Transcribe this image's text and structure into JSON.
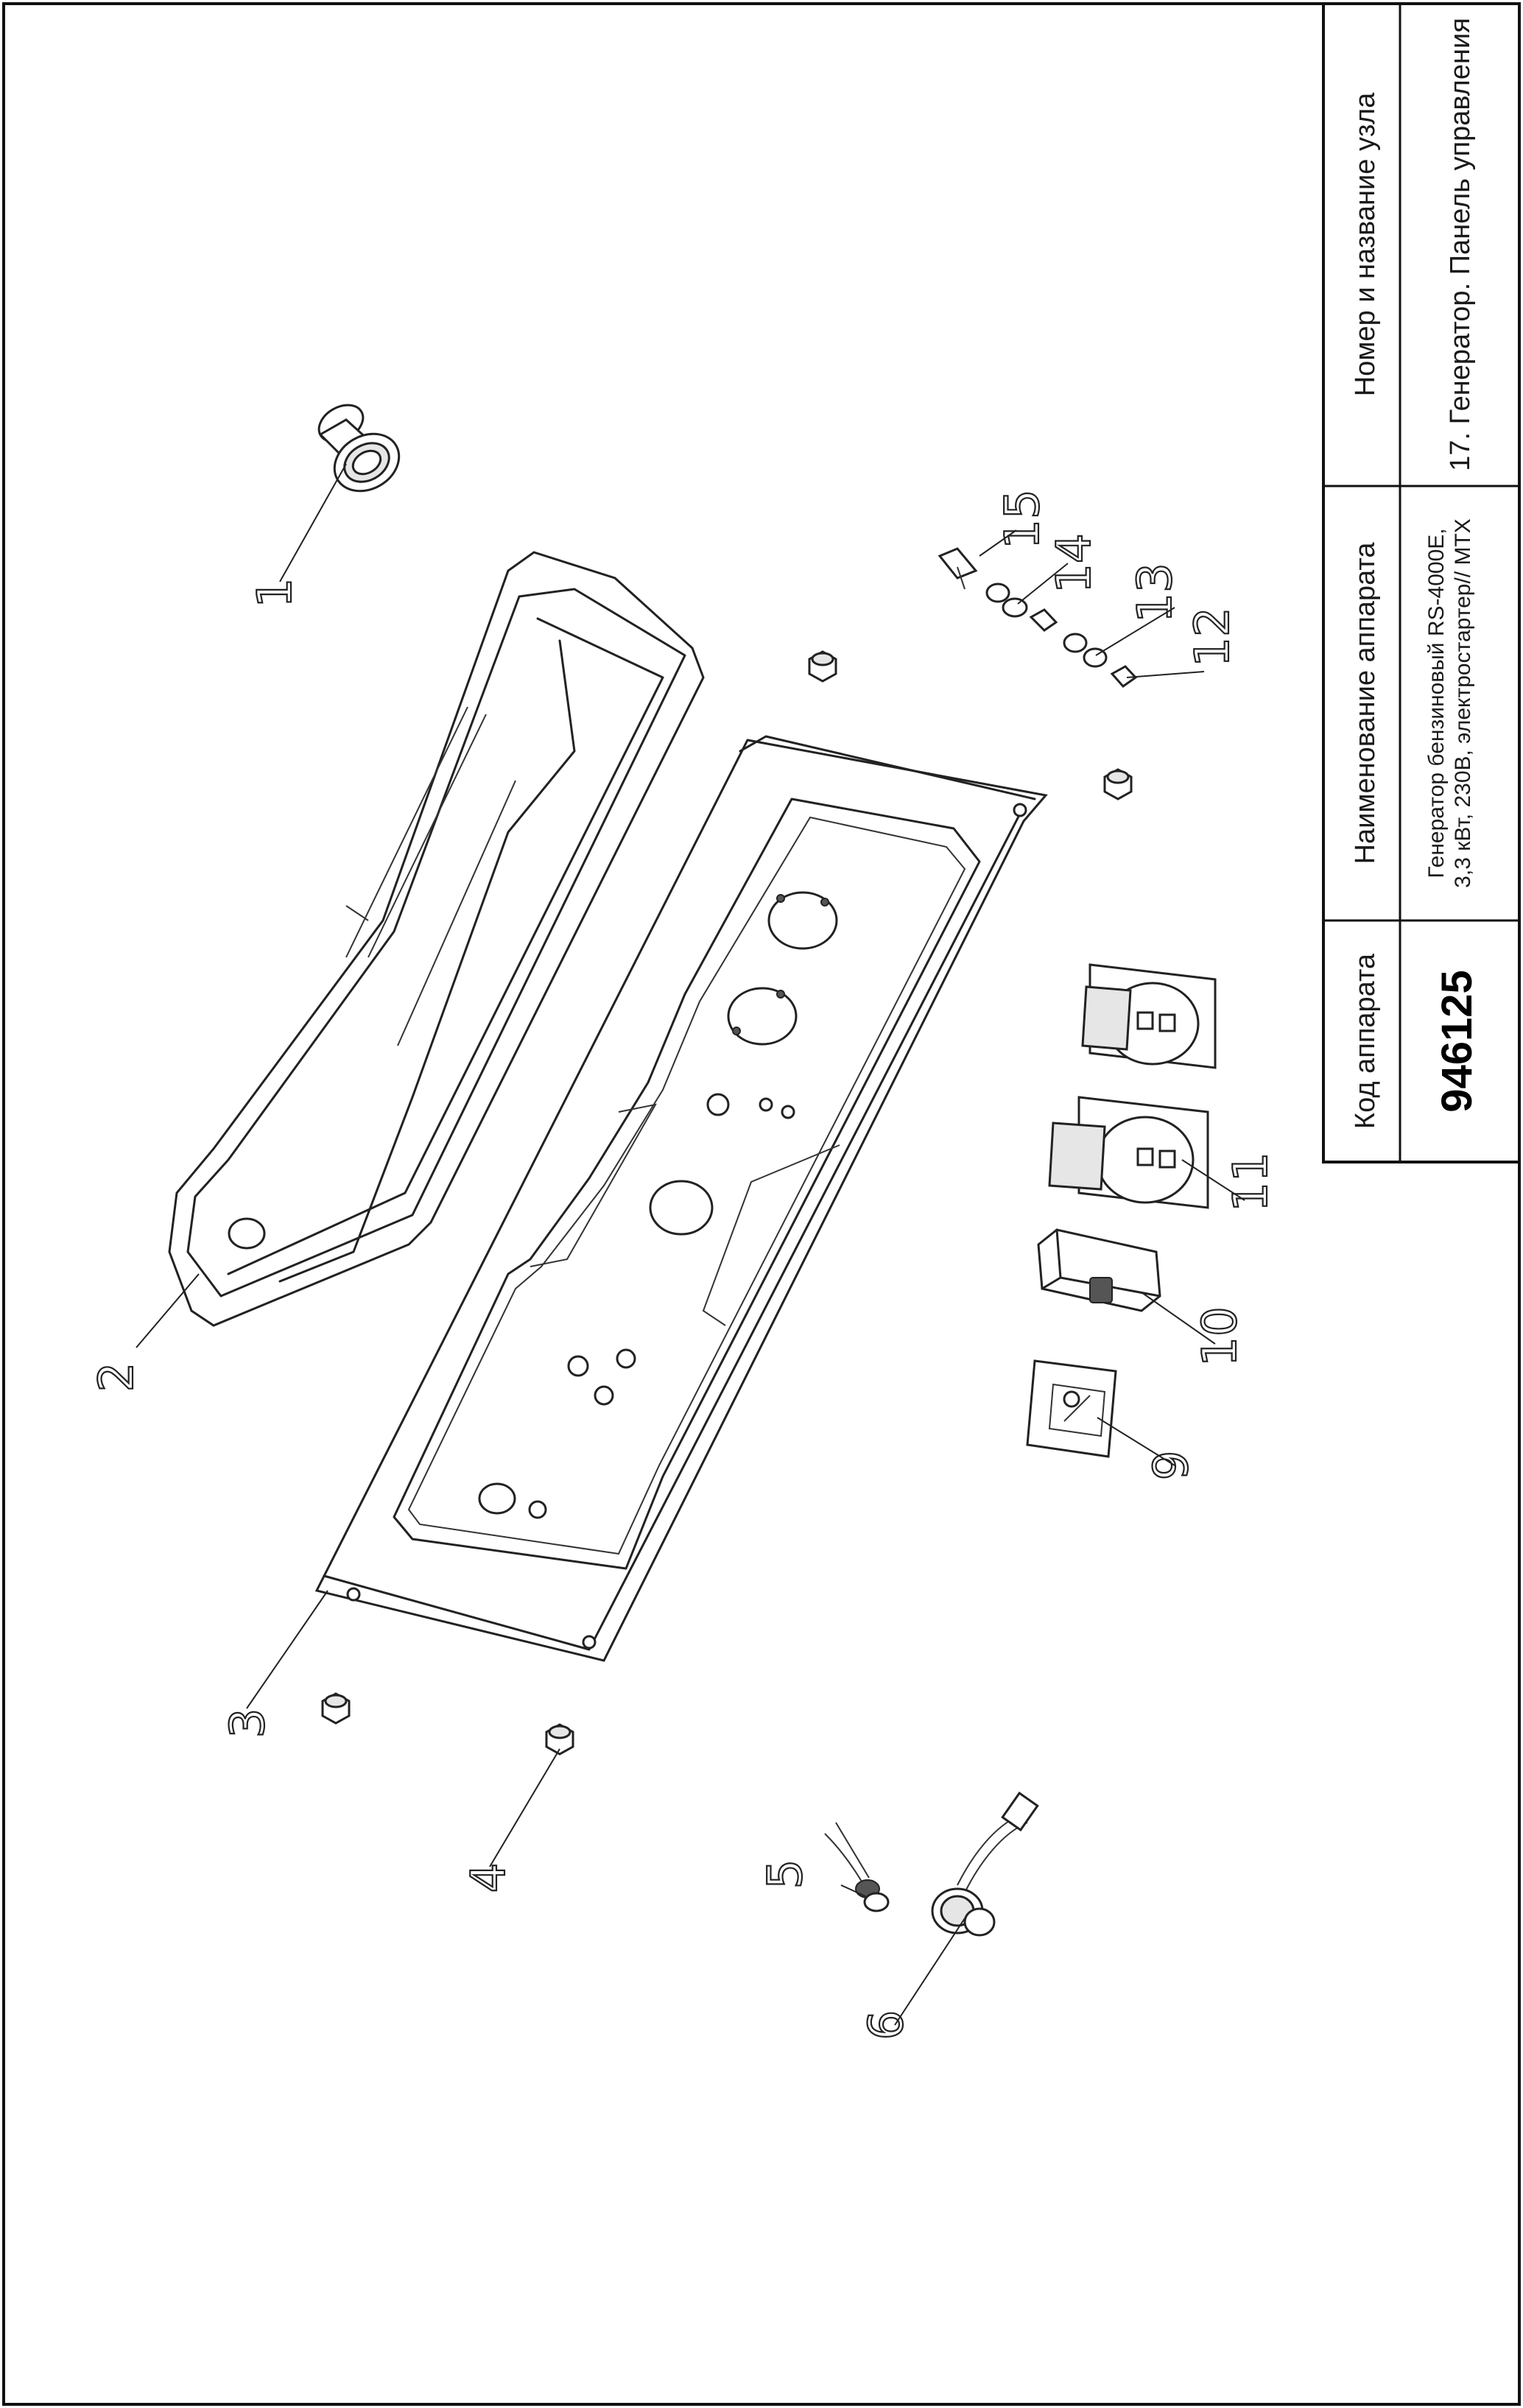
{
  "title_block": {
    "code_header": "Код аппарата",
    "code_value": "946125",
    "name_header": "Наименование аппарата",
    "name_line1": "Генератор бензиновый RS-4000E,",
    "name_line2": "3,3 кВт, 230В, электростартер// MTX",
    "node_header": "Номер и название узла",
    "node_value": "17. Генератор. Панель управления"
  },
  "callouts": [
    "1",
    "2",
    "3",
    "4",
    "5",
    "6",
    "9",
    "10",
    "11",
    "12",
    "13",
    "14",
    "15"
  ]
}
